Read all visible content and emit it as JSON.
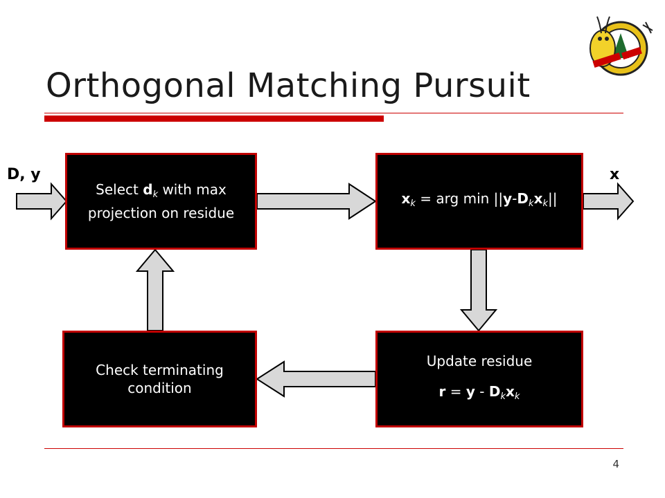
{
  "title": "Orthogonal Matching Pursuit",
  "page_number": "4",
  "input_label": "D, y",
  "output_label": "x",
  "boxes": {
    "select": {
      "line1_prefix": "Select ",
      "line1_var": "d",
      "line1_sub": "k",
      "line1_suffix": " with max",
      "line2": "projection on residue"
    },
    "least_squares": {
      "x": "x",
      "sub": "k",
      "text": " = arg min ||",
      "y": "y",
      "dash": "-",
      "D": "D",
      "x2": "x",
      "close": "||"
    },
    "update": {
      "line1": "Update residue",
      "r": "r",
      "eq": " = ",
      "y": "y",
      "minus": " - ",
      "D": "D",
      "sub": "k",
      "x": "x"
    },
    "check": {
      "line1": "Check terminating",
      "line2": "condition"
    }
  },
  "colors": {
    "accent": "#cc0000",
    "box_fill": "#000000",
    "arrow_fill": "#d8d8d8"
  }
}
